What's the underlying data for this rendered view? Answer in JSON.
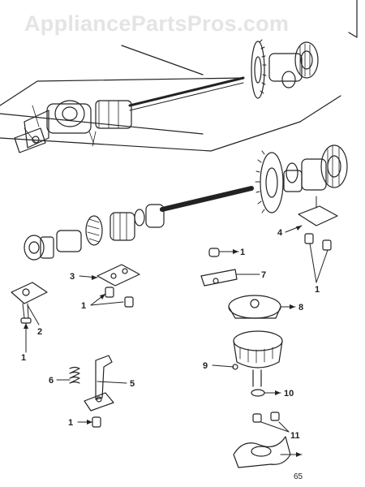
{
  "watermark": "AppliancePartsPros.com",
  "colors": {
    "ink": "#222222",
    "paper": "#ffffff",
    "watermark": "#e4e4e4"
  },
  "callouts": [
    "1",
    "2",
    "3",
    "1",
    "4",
    "1",
    "1",
    "5",
    "6",
    "7",
    "8",
    "9",
    "10",
    "1",
    "11"
  ],
  "page_number": "65"
}
